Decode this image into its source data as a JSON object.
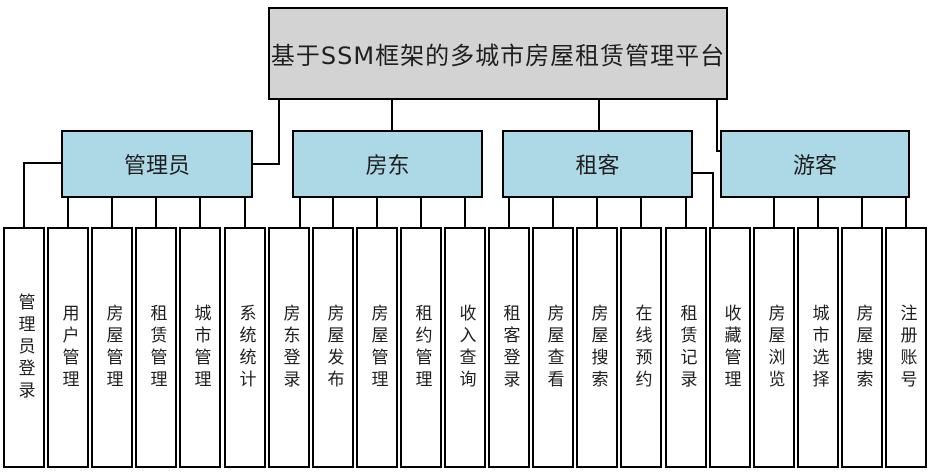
{
  "root": {
    "label": "基于SSM框架的多城市房屋租赁管理平台"
  },
  "branches": [
    {
      "label": "管理员",
      "children": [
        "管理员登录",
        "用户管理",
        "房屋管理",
        "租赁管理",
        "城市管理",
        "系统统计"
      ]
    },
    {
      "label": "房东",
      "children": [
        "房东登录",
        "房屋发布",
        "房屋管理",
        "租约管理",
        "收入查询"
      ]
    },
    {
      "label": "租客",
      "children": [
        "租客登录",
        "房屋查看",
        "房屋搜索",
        "在线预约",
        "租赁记录",
        "收藏管理"
      ]
    },
    {
      "label": "游客",
      "children": [
        "房屋浏览",
        "城市选择",
        "房屋搜索",
        "注册账号"
      ]
    }
  ],
  "colors": {
    "root_fill": "#d3d3d3",
    "branch_fill": "#add8e6",
    "leaf_fill": "#ffffff",
    "border": "#000000",
    "line": "#000000"
  }
}
